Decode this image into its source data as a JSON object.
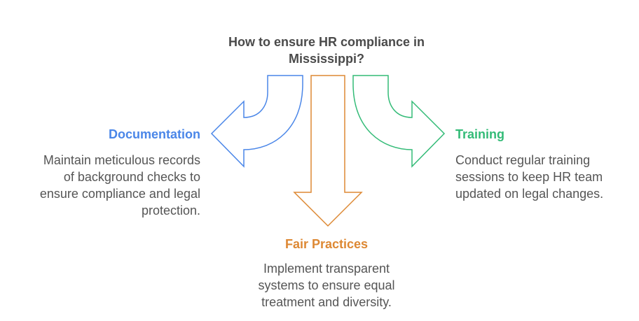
{
  "title": {
    "line1": "How to ensure HR compliance in",
    "line2": "Mississippi?"
  },
  "branches": {
    "documentation": {
      "heading": "Documentation",
      "color": "#4a86e8",
      "description_lines": [
        "Maintain meticulous records",
        "of background checks to",
        "ensure compliance and legal",
        "protection."
      ]
    },
    "fair_practices": {
      "heading": "Fair Practices",
      "color": "#dd8833",
      "description_lines": [
        "Implement transparent",
        "systems to ensure equal",
        "treatment and diversity."
      ]
    },
    "training": {
      "heading": "Training",
      "color": "#33bb77",
      "description_lines": [
        "Conduct regular training",
        "sessions to keep HR team",
        "updated on legal changes."
      ]
    }
  }
}
